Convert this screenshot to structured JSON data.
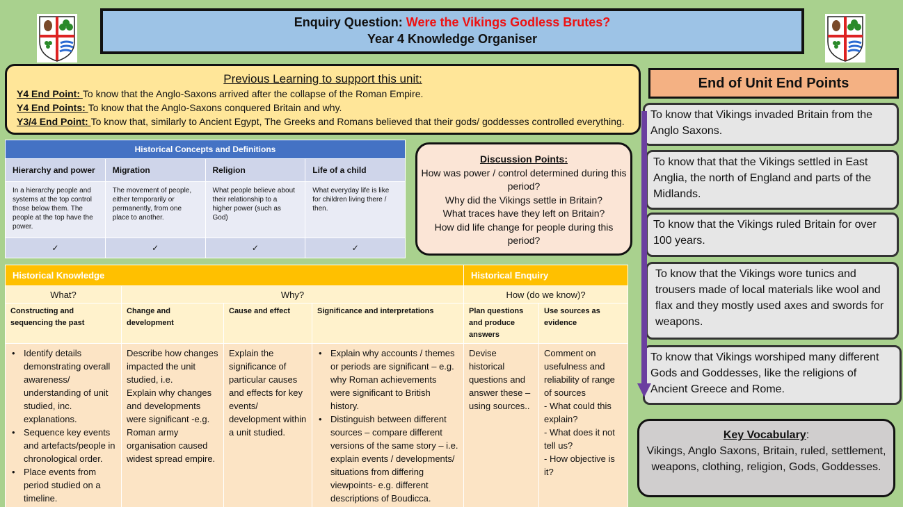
{
  "header": {
    "enquiry_label": "Enquiry Question:",
    "enquiry_question": "Were the Vikings Godless Brutes?",
    "subtitle": "Year 4 Knowledge Organiser"
  },
  "previous_learning": {
    "heading": "Previous Learning to support this unit:",
    "items": [
      {
        "label": "Y4 End Point: ",
        "text": "To know that the Anglo-Saxons arrived after the collapse of the Roman Empire."
      },
      {
        "label": "Y4 End Points: ",
        "text": "To know that the Anglo-Saxons conquered Britain and why."
      },
      {
        "label": "Y3/4 End Point: ",
        "text": "To know that, similarly to Ancient Egypt, The Greeks and Romans believed that their gods/ goddesses controlled everything."
      }
    ]
  },
  "concepts": {
    "title": "Historical Concepts and Definitions",
    "columns": [
      {
        "heading": "Hierarchy and power",
        "definition": "In a hierarchy people and systems at the top control those below them. The people at the top have the power.",
        "tick": "✓"
      },
      {
        "heading": "Migration",
        "definition": "The movement of people, either temporarily or permanently, from one place to another.",
        "tick": "✓"
      },
      {
        "heading": "Religion",
        "definition": "What people believe about their relationship to a higher power (such as God)",
        "tick": "✓"
      },
      {
        "heading": "Life of a child",
        "definition": "What everyday life is like for children living there / then.",
        "tick": "✓"
      }
    ]
  },
  "discussion": {
    "heading": "Discussion Points:",
    "points": [
      "How was power / control determined during this period?",
      "Why did the Vikings settle in Britain?",
      "What traces have they left on Britain?",
      "How did life change for people during this period?"
    ]
  },
  "knowledge": {
    "knowledge_title": "Historical Knowledge",
    "enquiry_title": "Historical Enquiry",
    "what_label": "What?",
    "why_label": "Why?",
    "how_label": "How (do we know)?",
    "col1": {
      "heading": "Constructing and sequencing the past",
      "bullets": [
        "Identify details demonstrating overall awareness/ understanding of unit studied, inc. explanations.",
        "Sequence key events and artefacts/people in chronological order.",
        "Place events from period studied on a timeline."
      ]
    },
    "col2": {
      "heading": "Change and development",
      "lines": [
        "Describe how changes impacted the unit studied, i.e.",
        "Explain why changes and developments were significant -e.g. Roman army organisation caused widest spread empire."
      ]
    },
    "col3": {
      "heading": "Cause and effect",
      "text": "Explain the significance of particular causes and effects for key events/ development within a unit studied."
    },
    "col4": {
      "heading": "Significance and interpretations",
      "bullets": [
        "Explain why accounts / themes or periods are significant – e.g. why Roman achievements were significant to British history.",
        "Distinguish between different sources – compare different versions of the same story – i.e. explain events / developments/ situations from differing viewpoints- e.g. different descriptions of Boudicca."
      ]
    },
    "col5": {
      "heading": "Plan questions and produce answers",
      "text": "Devise historical questions and answer these – using sources.."
    },
    "col6": {
      "heading": "Use sources as evidence",
      "lines": [
        "Comment on usefulness and reliability of range of sources",
        "- What could this explain?",
        "- What does it not tell us?",
        "- How objective is it?"
      ]
    }
  },
  "end_points": {
    "title": "End of Unit End Points",
    "items": [
      "To know that Vikings invaded Britain from the Anglo Saxons.",
      "To know that that the Vikings settled in East Anglia, the north of England and parts of the Midlands.",
      "To know that the Vikings ruled Britain for over 100 years.",
      "To know that the Vikings wore tunics and trousers made of local materials like wool and flax and they mostly used axes and swords for weapons.",
      "To know that Vikings worshiped many different Gods and Goddesses, like the religions of Ancient Greece and Rome."
    ]
  },
  "vocabulary": {
    "heading": "Key Vocabulary",
    "colon": ":",
    "text": "Vikings, Anglo Saxons, Britain, ruled, settlement, weapons, clothing, religion, Gods, Goddesses."
  },
  "colors": {
    "background": "#a9d18e",
    "title_fill": "#9dc3e6",
    "question_red": "#ee1111",
    "concepts_blue": "#4472c4",
    "knowledge_gold": "#ffc000",
    "end_title_fill": "#f4b183",
    "arrow_purple": "#6b3fa0"
  },
  "icons": [
    "school-crest-icon",
    "down-arrow-icon",
    "tick-icon"
  ]
}
